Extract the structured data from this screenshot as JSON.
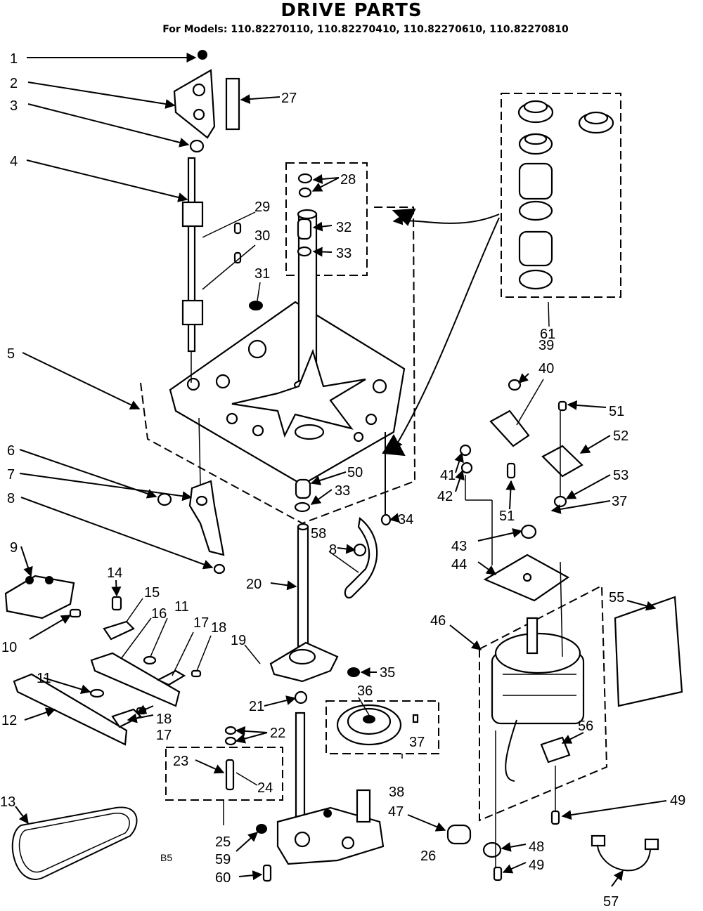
{
  "header": {
    "title": "DRIVE PARTS",
    "subtitle": "For Models: 110.82270110, 110.82270410, 110.82270610, 110.82270810"
  },
  "diagram_code": "B5",
  "callouts": {
    "p1": "1",
    "p2": "2",
    "p3": "3",
    "p4": "4",
    "p5": "5",
    "p6": "6",
    "p7": "7",
    "p8": "8",
    "p8b": "8",
    "p9": "9",
    "p10": "10",
    "p11": "11",
    "p11b": "11",
    "p12": "12",
    "p13": "13",
    "p14": "14",
    "p15": "15",
    "p16": "16",
    "p17": "17",
    "p17b": "17",
    "p18": "18",
    "p18b": "18",
    "p19": "19",
    "p20": "20",
    "p21": "21",
    "p22": "22",
    "p23": "23",
    "p24": "24",
    "p25": "25",
    "p26": "26",
    "p27": "27",
    "p28": "28",
    "p29": "29",
    "p30": "30",
    "p31": "31",
    "p32": "32",
    "p33": "33",
    "p33b": "33",
    "p34": "34",
    "p35": "35",
    "p36": "36",
    "p37": "37",
    "p37b": "37",
    "p38": "38",
    "p39": "39",
    "p40": "40",
    "p41": "41",
    "p42": "42",
    "p43": "43",
    "p44": "44",
    "p46": "46",
    "p47": "47",
    "p48": "48",
    "p49": "49",
    "p49b": "49",
    "p50": "50",
    "p51": "51",
    "p51b": "51",
    "p52": "52",
    "p53": "53",
    "p55": "55",
    "p56": "56",
    "p57": "57",
    "p58": "58",
    "p59": "59",
    "p60": "60",
    "p61": "61"
  }
}
